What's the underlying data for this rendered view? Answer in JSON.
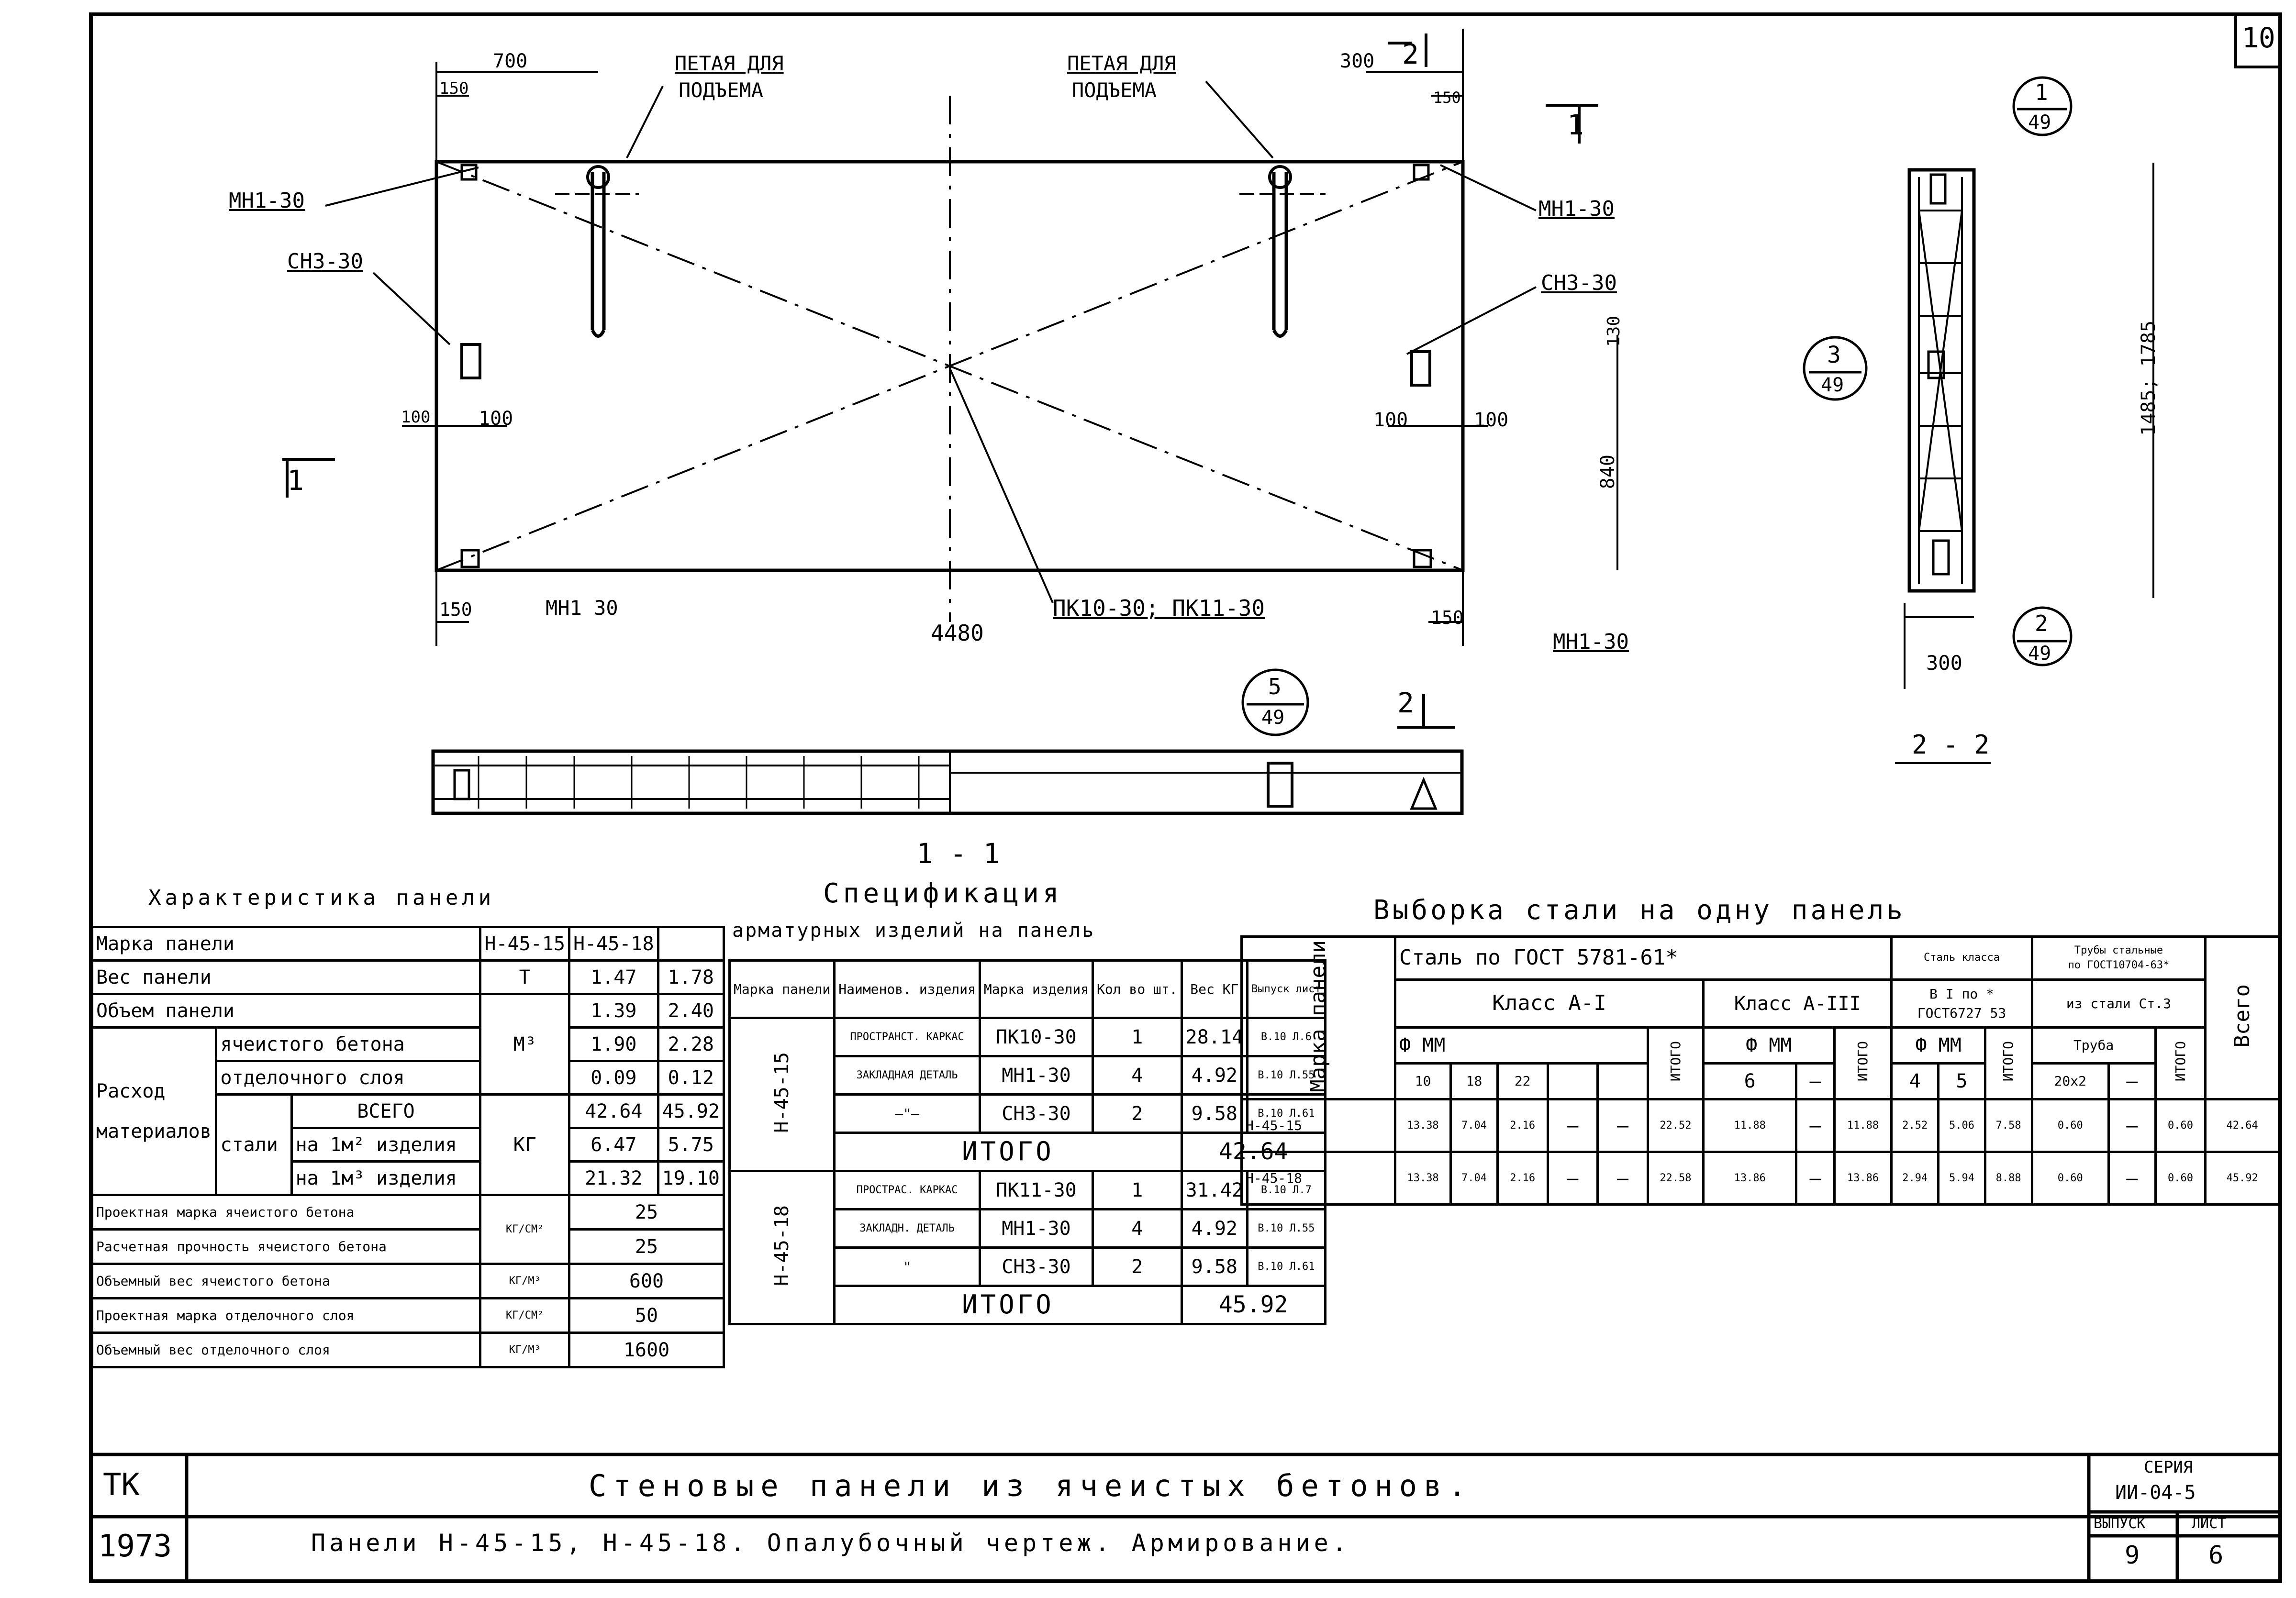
{
  "sheet_number": "10",
  "drawing": {
    "dim_700": "700",
    "dim_150_tl": "150",
    "dim_150_tr": "150",
    "dim_150_bl": "150",
    "dim_150_br": "150",
    "dim_300_top": "300",
    "dim_100_1": "100",
    "dim_100_2": "100",
    "dim_100_3": "100",
    "dim_100_4": "100",
    "dim_130": "130",
    "dim_840": "840",
    "dim_4480": "4480",
    "dim_1485": "1485; 1785",
    "dim_300": "300",
    "loop_left_1": "ПЕТАЯ ДЛЯ",
    "loop_left_2": "ПОДЪЕМА",
    "loop_right_1": "ПЕТАЯ ДЛЯ",
    "loop_right_2": "ПОДЪЕМА",
    "mn_tl": "МН1-30",
    "sn_l": "СН3-30",
    "mn_tr": "МН1-30",
    "sn_r": "СН3-30",
    "mn_bl": "МН1 30",
    "mn_br": "МН1-30",
    "pk_label": "ПК10-30; ПК11-30",
    "sec_1": "1",
    "sec_2": "2",
    "sec_1_1": "1 - 1",
    "sec_2_2": "2 - 2",
    "c1_top": "1",
    "c1_bot": "49",
    "c2_top": "2",
    "c2_bot": "49",
    "c3_top": "3",
    "c3_bot": "49",
    "c5_top": "5",
    "c5_bot": "49"
  },
  "char_table": {
    "title": "Характеристика панели",
    "r_marka": "Марка панели",
    "h15": "Н-45-15",
    "h18": "Н-45-18",
    "r_ves": "Вес панели",
    "u_t": "Т",
    "ves15": "1.47",
    "ves18": "1.78",
    "r_obem": "Объем панели",
    "obem15": "1.39",
    "obem18": "2.40",
    "r_rashod": "Расход",
    "r_materialov": "материалов",
    "r_yach": "ячеистого бетона",
    "u_m3": "М³",
    "yach15": "1.90",
    "yach18": "2.28",
    "r_otd": "отделочного слоя",
    "otd15": "0.09",
    "otd18": "0.12",
    "r_vsego": "ВСЕГО",
    "vsego15": "42.64",
    "vsego18": "45.92",
    "r_stali": "стали",
    "r_na_m2": "на 1м² изделия",
    "u_kg": "КГ",
    "m2_15": "6.47",
    "m2_18": "5.75",
    "r_na_m3": "на 1м³ изделия",
    "m3_15": "21.32",
    "m3_18": "19.10",
    "r_pm": "Проектная марка ячеистого бетона",
    "u_kgsm2": "КГ/СМ²",
    "pm": "25",
    "r_pr": "Расчетная прочность ячеистого бетона",
    "pr": "25",
    "r_ov": "Объемный вес ячеистого бетона",
    "u_kgm3": "КГ/М³",
    "ov": "600",
    "r_pmo": "Проектная марка отделочного слоя",
    "u_kgsm2b": "КГ/СМ²",
    "pmo": "50",
    "r_ovo": "Объемный вес отделочного слоя",
    "u_kgm3b": "КГ/М³",
    "ovo": "1600"
  },
  "spec_table": {
    "title": "Спецификация",
    "subtitle": "арматурных изделий на панель",
    "h_marka_p": "Марка панели",
    "h_naim": "Наименов. изделия",
    "h_marka_i": "Марка изделия",
    "h_kol": "Кол во шт.",
    "h_ves": "Вес КГ",
    "h_vyp": "Выпуск лист",
    "p1": "Н-45-15",
    "a1": "ПРОСТРАНСТ. КАРКАС",
    "a1m": "ПК10-30",
    "a1k": "1",
    "a1v": "28.14",
    "a1l": "В.10 Л.6",
    "a2": "ЗАКЛАДНАЯ ДЕТАЛЬ",
    "a2m": "МН1-30",
    "a2k": "4",
    "a2v": "4.92",
    "a2l": "В.10 Л.55",
    "a3": "—\"—",
    "a3m": "СН3-30",
    "a3k": "2",
    "a3v": "9.58",
    "a3l": "В.10 Л.61",
    "itogo1_l": "ИТОГО",
    "itogo1": "42.64",
    "p2": "Н-45-18",
    "b1": "ПРОСТРАС. КАРКАС",
    "b1m": "ПК11-30",
    "b1k": "1",
    "b1v": "31.42",
    "b1l": "В.10 Л.7",
    "b2": "ЗАКЛАДН. ДЕТАЛЬ",
    "b2m": "МН1-30",
    "b2k": "4",
    "b2v": "4.92",
    "b2l": "В.10 Л.55",
    "b3": "\"",
    "b3m": "СН3-30",
    "b3k": "2",
    "b3v": "9.58",
    "b3l": "В.10 Л.61",
    "itogo2_l": "ИТОГО",
    "itogo2": "45.92"
  },
  "steel_table": {
    "title": "Выборка стали на одну панель",
    "h_marka": "Марка панели",
    "h_gost5781": "Сталь по ГОСТ 5781-61*",
    "h_class_ai": "Класс А-I",
    "h_class_aiii": "Класс А-III",
    "h_phi_mm": "Ф ММ",
    "h_phi_mm2": "Ф ММ",
    "h_itogo": "ИТОГО",
    "h_d10": "10",
    "h_d18": "18",
    "h_d22": "22",
    "h_d6": "6",
    "h_dash": "—",
    "h_bi_1": "Сталь класса",
    "h_bi_2": "В I по *",
    "h_bi_3": "ГОСТ6727 53",
    "h_phi_mm3": "Ф ММ",
    "h_d4": "4",
    "h_d5": "5",
    "h_tr_1": "Трубы стальные",
    "h_tr_2": "по ГОСТ10704-63*",
    "h_tr_3": "из стали Ст.3",
    "h_truba": "Труба",
    "h_20x2": "20х2",
    "h_vsego": "Всего",
    "rows": [
      {
        "m": "Н-45-15",
        "a": "13.38",
        "b": "7.04",
        "c": "2.16",
        "d": "—",
        "e": "—",
        "f": "22.52",
        "g": "11.88",
        "h": "—",
        "i": "11.88",
        "j": "2.52",
        "k": "5.06",
        "l": "7.58",
        "n": "0.60",
        "o": "—",
        "p": "0.60",
        "q": "42.64"
      },
      {
        "m": "Н-45-18",
        "a": "13.38",
        "b": "7.04",
        "c": "2.16",
        "d": "—",
        "e": "—",
        "f": "22.58",
        "g": "13.86",
        "h": "—",
        "i": "13.86",
        "j": "2.94",
        "k": "5.94",
        "l": "8.88",
        "n": "0.60",
        "o": "—",
        "p": "0.60",
        "q": "45.92"
      }
    ]
  },
  "title_block": {
    "tk": "ТК",
    "year": "1973",
    "title": "Стеновые панели из ячеистых бетонов.",
    "subtitle": "Панели Н-45-15, Н-45-18. Опалубочный чертеж. Армирование.",
    "seria_label": "СЕРИЯ",
    "seria": "ИИ-04-5",
    "vypusk_label": "ВЫПУСК",
    "vypusk": "9",
    "list_label": "ЛИСТ",
    "list": "6"
  }
}
